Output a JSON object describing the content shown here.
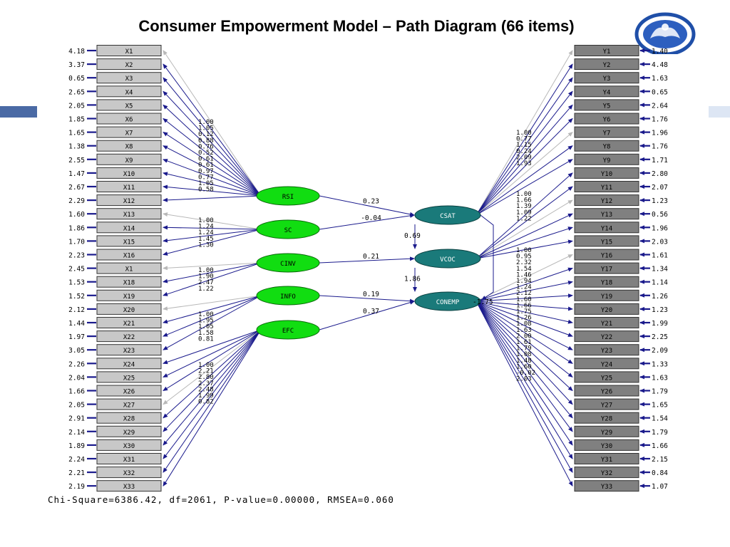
{
  "title": "Consumer Empowerment Model – Path Diagram (66 items)",
  "colors": {
    "arrow": "#1a1a8c",
    "fixed_arrow": "#b8b8b8",
    "exo_fill": "#11dd11",
    "endo_fill": "#1a7a7a",
    "x_box": "#c8c8c8",
    "y_box": "#808080"
  },
  "x_items": [
    {
      "label": "X1",
      "error": "4.18"
    },
    {
      "label": "X2",
      "error": "3.37"
    },
    {
      "label": "X3",
      "error": "0.65"
    },
    {
      "label": "X4",
      "error": "2.65"
    },
    {
      "label": "X5",
      "error": "2.05"
    },
    {
      "label": "X6",
      "error": "1.85"
    },
    {
      "label": "X7",
      "error": "1.65"
    },
    {
      "label": "X8",
      "error": "1.38"
    },
    {
      "label": "X9",
      "error": "2.55"
    },
    {
      "label": "X10",
      "error": "1.47"
    },
    {
      "label": "X11",
      "error": "2.67"
    },
    {
      "label": "X12",
      "error": "2.29"
    },
    {
      "label": "X13",
      "error": "1.60"
    },
    {
      "label": "X14",
      "error": "1.86"
    },
    {
      "label": "X15",
      "error": "1.70"
    },
    {
      "label": "X16",
      "error": "2.23"
    },
    {
      "label": "X1",
      "error": "2.45"
    },
    {
      "label": "X18",
      "error": "1.53"
    },
    {
      "label": "X19",
      "error": "1.52"
    },
    {
      "label": "X20",
      "error": "2.12"
    },
    {
      "label": "X21",
      "error": "1.44"
    },
    {
      "label": "X22",
      "error": "1.97"
    },
    {
      "label": "X23",
      "error": "3.05"
    },
    {
      "label": "X24",
      "error": "2.26"
    },
    {
      "label": "X25",
      "error": "2.04"
    },
    {
      "label": "X26",
      "error": "1.66"
    },
    {
      "label": "X27",
      "error": "2.05"
    },
    {
      "label": "X28",
      "error": "2.91"
    },
    {
      "label": "X29",
      "error": "2.14"
    },
    {
      "label": "X30",
      "error": "1.89"
    },
    {
      "label": "X31",
      "error": "2.24"
    },
    {
      "label": "X32",
      "error": "2.21"
    },
    {
      "label": "X33",
      "error": "2.19"
    }
  ],
  "y_items": [
    {
      "label": "Y1",
      "error": "1.40"
    },
    {
      "label": "Y2",
      "error": "4.48"
    },
    {
      "label": "Y3",
      "error": "1.63"
    },
    {
      "label": "Y4",
      "error": "0.65"
    },
    {
      "label": "Y5",
      "error": "2.64"
    },
    {
      "label": "Y6",
      "error": "1.76"
    },
    {
      "label": "Y7",
      "error": "1.96"
    },
    {
      "label": "Y8",
      "error": "1.76"
    },
    {
      "label": "Y9",
      "error": "1.71"
    },
    {
      "label": "Y10",
      "error": "2.80"
    },
    {
      "label": "Y11",
      "error": "2.07"
    },
    {
      "label": "Y12",
      "error": "1.23"
    },
    {
      "label": "Y13",
      "error": "0.56"
    },
    {
      "label": "Y14",
      "error": "1.96"
    },
    {
      "label": "Y15",
      "error": "2.03"
    },
    {
      "label": "Y16",
      "error": "1.61"
    },
    {
      "label": "Y17",
      "error": "1.34"
    },
    {
      "label": "Y18",
      "error": "1.14"
    },
    {
      "label": "Y19",
      "error": "1.26"
    },
    {
      "label": "Y20",
      "error": "1.23"
    },
    {
      "label": "Y21",
      "error": "1.99"
    },
    {
      "label": "Y22",
      "error": "2.25"
    },
    {
      "label": "Y23",
      "error": "2.09"
    },
    {
      "label": "Y24",
      "error": "1.33"
    },
    {
      "label": "Y25",
      "error": "1.63"
    },
    {
      "label": "Y26",
      "error": "1.79"
    },
    {
      "label": "Y27",
      "error": "1.65"
    },
    {
      "label": "Y28",
      "error": "1.54"
    },
    {
      "label": "Y29",
      "error": "1.79"
    },
    {
      "label": "Y30",
      "error": "1.66"
    },
    {
      "label": "Y31",
      "error": "2.15"
    },
    {
      "label": "Y32",
      "error": "0.84"
    },
    {
      "label": "Y33",
      "error": "1.07"
    }
  ],
  "exogenous": [
    {
      "id": "RSI",
      "label": "RSI",
      "x_items": [
        0,
        11
      ],
      "loadings": [
        "1.00",
        "1.05",
        "0.12",
        "0.88",
        "0.76",
        "0.52",
        "0.61",
        "0.61",
        "0.97",
        "0.77",
        "1.05",
        "0.58"
      ]
    },
    {
      "id": "SC",
      "label": "SC",
      "x_items": [
        12,
        15
      ],
      "loadings": [
        "1.00",
        "1.24",
        "1.24",
        "1.45",
        "1.30"
      ]
    },
    {
      "id": "CINV",
      "label": "CINV",
      "x_items": [
        16,
        18
      ],
      "loadings": [
        "1.00",
        "1.90",
        "2.47",
        "1.22"
      ]
    },
    {
      "id": "INFO",
      "label": "INFO",
      "x_items": [
        19,
        22
      ],
      "loadings": [
        "1.00",
        "1.95",
        "1.05",
        "1.58",
        "0.81"
      ]
    },
    {
      "id": "EFC",
      "label": "EFC",
      "x_items": [
        23,
        32
      ],
      "loadings": [
        "1.00",
        "2.21",
        "2.80",
        "2.37",
        "2.48",
        "1.99",
        "0.82"
      ]
    }
  ],
  "endogenous": [
    {
      "id": "CSAT",
      "label": "CSAT",
      "y_items": [
        0,
        8
      ],
      "loadings": [
        "1.00",
        "0.77",
        "1.15",
        "0.24",
        "2.09",
        "1.93"
      ]
    },
    {
      "id": "VCOC",
      "label": "VCOC",
      "y_items": [
        9,
        14
      ],
      "loadings": [
        "1.00",
        "1.66",
        "1.39",
        "1.09",
        "1.22"
      ]
    },
    {
      "id": "CONEMP",
      "label": "CONEMP",
      "y_items": [
        15,
        32
      ],
      "loadings": [
        "1.00",
        "0.95",
        "2.32",
        "1.54",
        "1.46",
        "1.94",
        "1.24",
        "2.12",
        "1.60",
        "1.66",
        "1.75",
        "1.26",
        "1.08",
        "1.63",
        "2.00",
        "1.61",
        "1.79",
        "1.08",
        "1.48",
        "1.60",
        "-0.02",
        "2.03"
      ]
    }
  ],
  "paths": [
    {
      "from": "RSI",
      "to": "CSAT",
      "value": "0.23"
    },
    {
      "from": "SC",
      "to": "CSAT",
      "value": "-0.04"
    },
    {
      "from": "CINV",
      "to": "VCOC",
      "value": "0.21"
    },
    {
      "from": "INFO",
      "to": "CONEMP",
      "value": "0.19"
    },
    {
      "from": "EFC",
      "to": "CONEMP",
      "value": "0.37"
    },
    {
      "from": "CSAT",
      "to": "VCOC",
      "value": "0.69"
    },
    {
      "from": "VCOC",
      "to": "CONEMP",
      "value": "1.86"
    },
    {
      "from": "CSAT",
      "to": "CONEMP",
      "value": ""
    }
  ],
  "conemp_error": "-1.75",
  "footer": "Chi-Square=6386.42, df=2061, P-value=0.00000, RMSEA=0.060"
}
